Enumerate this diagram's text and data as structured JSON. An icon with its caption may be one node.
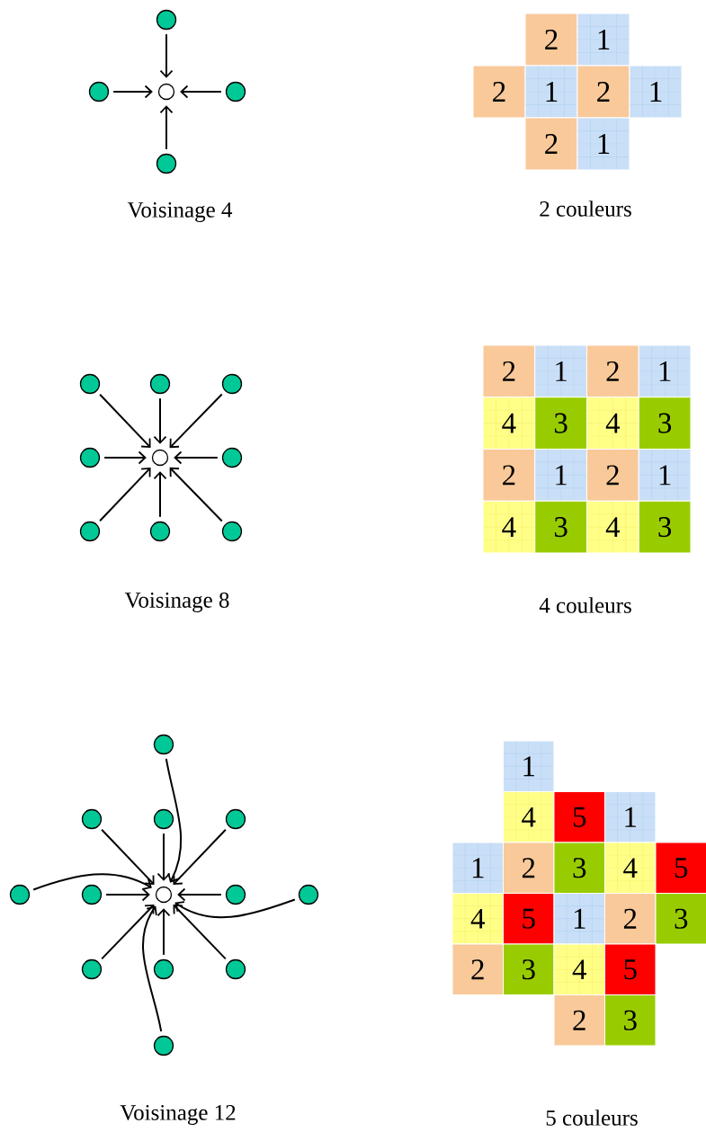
{
  "diagram": {
    "nodes": [
      {
        "text": [],
        "shape": "circle"
      },
      {
        "text": [],
        "shape": "circle"
      },
      {
        "text": [],
        "shape": "circle"
      },
      {
        "text": [],
        "shape": "circle"
      },
      {
        "text": [],
        "shape": "circle"
      },
      {
        "text": [
          "2"
        ]
      },
      {
        "text": [
          "1"
        ]
      },
      {
        "text": [
          "2"
        ]
      },
      {
        "text": [
          "1"
        ]
      },
      {
        "text": [
          "2"
        ]
      },
      {
        "text": [
          "1"
        ]
      },
      {
        "text": [
          "2"
        ]
      },
      {
        "text": [
          "1"
        ]
      },
      {
        "text": [],
        "shape": "circle"
      },
      {
        "text": [],
        "shape": "circle"
      },
      {
        "text": [],
        "shape": "circle"
      },
      {
        "text": [],
        "shape": "circle"
      },
      {
        "text": [],
        "shape": "circle"
      },
      {
        "text": [],
        "shape": "circle"
      },
      {
        "text": [],
        "shape": "circle"
      },
      {
        "text": [],
        "shape": "circle"
      },
      {
        "text": [],
        "shape": "circle"
      },
      {
        "text": [
          "2"
        ]
      },
      {
        "text": [
          "1"
        ]
      },
      {
        "text": [
          "2"
        ]
      },
      {
        "text": [
          "1"
        ]
      },
      {
        "text": [
          "4"
        ]
      },
      {
        "text": [
          "3"
        ]
      },
      {
        "text": [
          "4"
        ]
      },
      {
        "text": [
          "3"
        ]
      },
      {
        "text": [
          "2"
        ]
      },
      {
        "text": [
          "1"
        ]
      },
      {
        "text": [
          "2"
        ]
      },
      {
        "text": [
          "1"
        ]
      },
      {
        "text": [
          "4"
        ]
      },
      {
        "text": [
          "3"
        ]
      },
      {
        "text": [
          "4"
        ]
      },
      {
        "text": [
          "3"
        ]
      },
      {
        "text": [],
        "shape": "circle"
      },
      {
        "text": [],
        "shape": "circle"
      },
      {
        "text": [],
        "shape": "circle"
      },
      {
        "text": [],
        "shape": "circle"
      },
      {
        "text": [],
        "shape": "circle"
      },
      {
        "text": [],
        "shape": "circle"
      },
      {
        "text": [],
        "shape": "circle"
      },
      {
        "text": [],
        "shape": "circle"
      },
      {
        "text": [],
        "shape": "circle"
      },
      {
        "text": [],
        "shape": "circle"
      },
      {
        "text": [],
        "shape": "circle"
      },
      {
        "text": [],
        "shape": "circle"
      },
      {
        "text": [],
        "shape": "circle"
      },
      {
        "text": [
          "1"
        ]
      },
      {
        "text": [
          "4"
        ]
      },
      {
        "text": [
          "5"
        ]
      },
      {
        "text": [
          "1"
        ]
      },
      {
        "text": [
          "1"
        ]
      },
      {
        "text": [
          "2"
        ]
      },
      {
        "text": [
          "3"
        ]
      },
      {
        "text": [
          "4"
        ]
      },
      {
        "text": [
          "5"
        ]
      },
      {
        "text": [
          "4"
        ]
      },
      {
        "text": [
          "5"
        ]
      },
      {
        "text": [
          "1"
        ]
      },
      {
        "text": [
          "2"
        ]
      },
      {
        "text": [
          "3"
        ]
      },
      {
        "text": [
          "2"
        ]
      },
      {
        "text": [
          "3"
        ]
      },
      {
        "text": [
          "4"
        ]
      },
      {
        "text": [
          "5"
        ]
      },
      {
        "text": [
          "2"
        ]
      },
      {
        "text": [
          "3"
        ]
      }
    ],
    "edges": [
      {
        "from": 0,
        "to": 2,
        "arrow": "to"
      },
      {
        "from": 1,
        "to": 2,
        "arrow": "to"
      },
      {
        "from": 3,
        "to": 2,
        "arrow": "to"
      },
      {
        "from": 4,
        "to": 2,
        "arrow": "to"
      },
      {
        "from": 13,
        "to": 17,
        "arrow": "to"
      },
      {
        "from": 14,
        "to": 17,
        "arrow": "to"
      },
      {
        "from": 15,
        "to": 17,
        "arrow": "to"
      },
      {
        "from": 16,
        "to": 17,
        "arrow": "to"
      },
      {
        "from": 18,
        "to": 17,
        "arrow": "to"
      },
      {
        "from": 19,
        "to": 17,
        "arrow": "to"
      },
      {
        "from": 20,
        "to": 17,
        "arrow": "to"
      },
      {
        "from": 21,
        "to": 17,
        "arrow": "to"
      },
      {
        "from": 38,
        "to": 44,
        "arrow": "to"
      },
      {
        "from": 39,
        "to": 44,
        "arrow": "to"
      },
      {
        "from": 40,
        "to": 44,
        "arrow": "to"
      },
      {
        "from": 41,
        "to": 44,
        "arrow": "to"
      },
      {
        "from": 42,
        "to": 44,
        "arrow": "to"
      },
      {
        "from": 43,
        "to": 44,
        "arrow": "to"
      },
      {
        "from": 45,
        "to": 44,
        "arrow": "to"
      },
      {
        "from": 46,
        "to": 44,
        "arrow": "to"
      },
      {
        "from": 47,
        "to": 44,
        "arrow": "to"
      },
      {
        "from": 48,
        "to": 44,
        "arrow": "to"
      },
      {
        "from": 49,
        "to": 44,
        "arrow": "to"
      },
      {
        "from": 50,
        "to": 44,
        "arrow": "to"
      }
    ],
    "labels": [
      "Voisinage 4",
      "2 couleurs",
      "Voisinage 8",
      "4 couleurs",
      "Voisinage 12",
      "5 couleurs"
    ]
  }
}
